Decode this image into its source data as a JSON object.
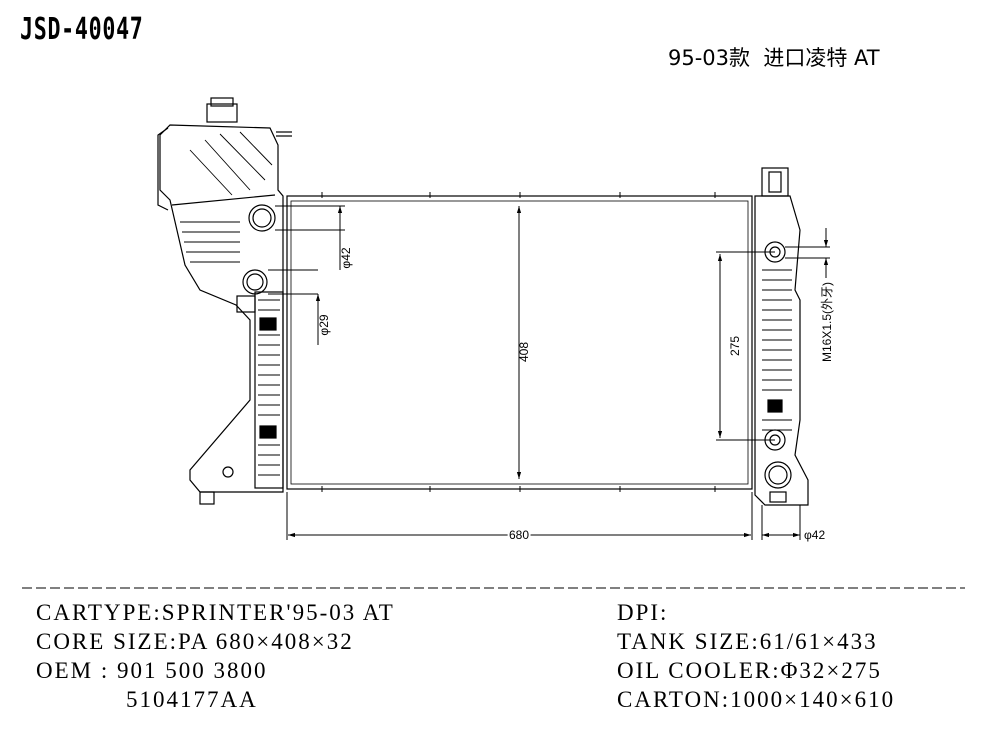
{
  "header": {
    "part_number": "JSD-40047",
    "model_years": "95-03款  进口凌特 AT"
  },
  "dimensions": {
    "core_width": "680",
    "core_height": "408",
    "oil_cooler_span": "275",
    "inlet_dia": "φ42",
    "outlet_dia": "φ29",
    "right_tank_dia": "φ42",
    "thread": "M16X1.5(外牙)"
  },
  "specs": {
    "cartype": "CARTYPE:SPRINTER'95-03 AT",
    "core_size": "CORE SIZE:PA 680×408×32",
    "oem_line1": "OEM : 901 500 3800",
    "oem_line2": "5104177AA",
    "dpi": "DPI:",
    "tank_size": "TANK SIZE:61/61×433",
    "oil_cooler": "OIL COOLER:Φ32×275",
    "carton": "CARTON:1000×140×610"
  }
}
